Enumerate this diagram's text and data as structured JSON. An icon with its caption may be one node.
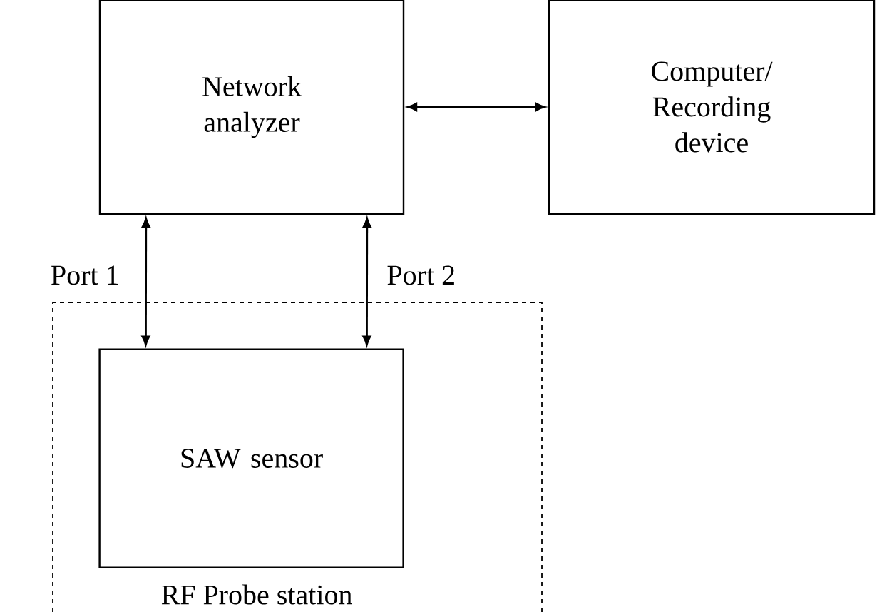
{
  "diagram": {
    "nodes": [
      {
        "text": [
          "Network analyzer"
        ]
      },
      {
        "text": [
          "Computer/ Recording device"
        ]
      },
      {
        "text": [
          "RF Probe station"
        ]
      },
      {
        "text": [
          "SAW sensor"
        ],
        "in": 2
      }
    ],
    "edges": [
      {
        "from": 0,
        "to": 1,
        "arrow": "both"
      },
      {
        "from": 0,
        "to": 3,
        "arrow": "both",
        "label": "Port 1"
      },
      {
        "from": 0,
        "to": 3,
        "arrow": "both",
        "label": "Port 2"
      }
    ]
  }
}
